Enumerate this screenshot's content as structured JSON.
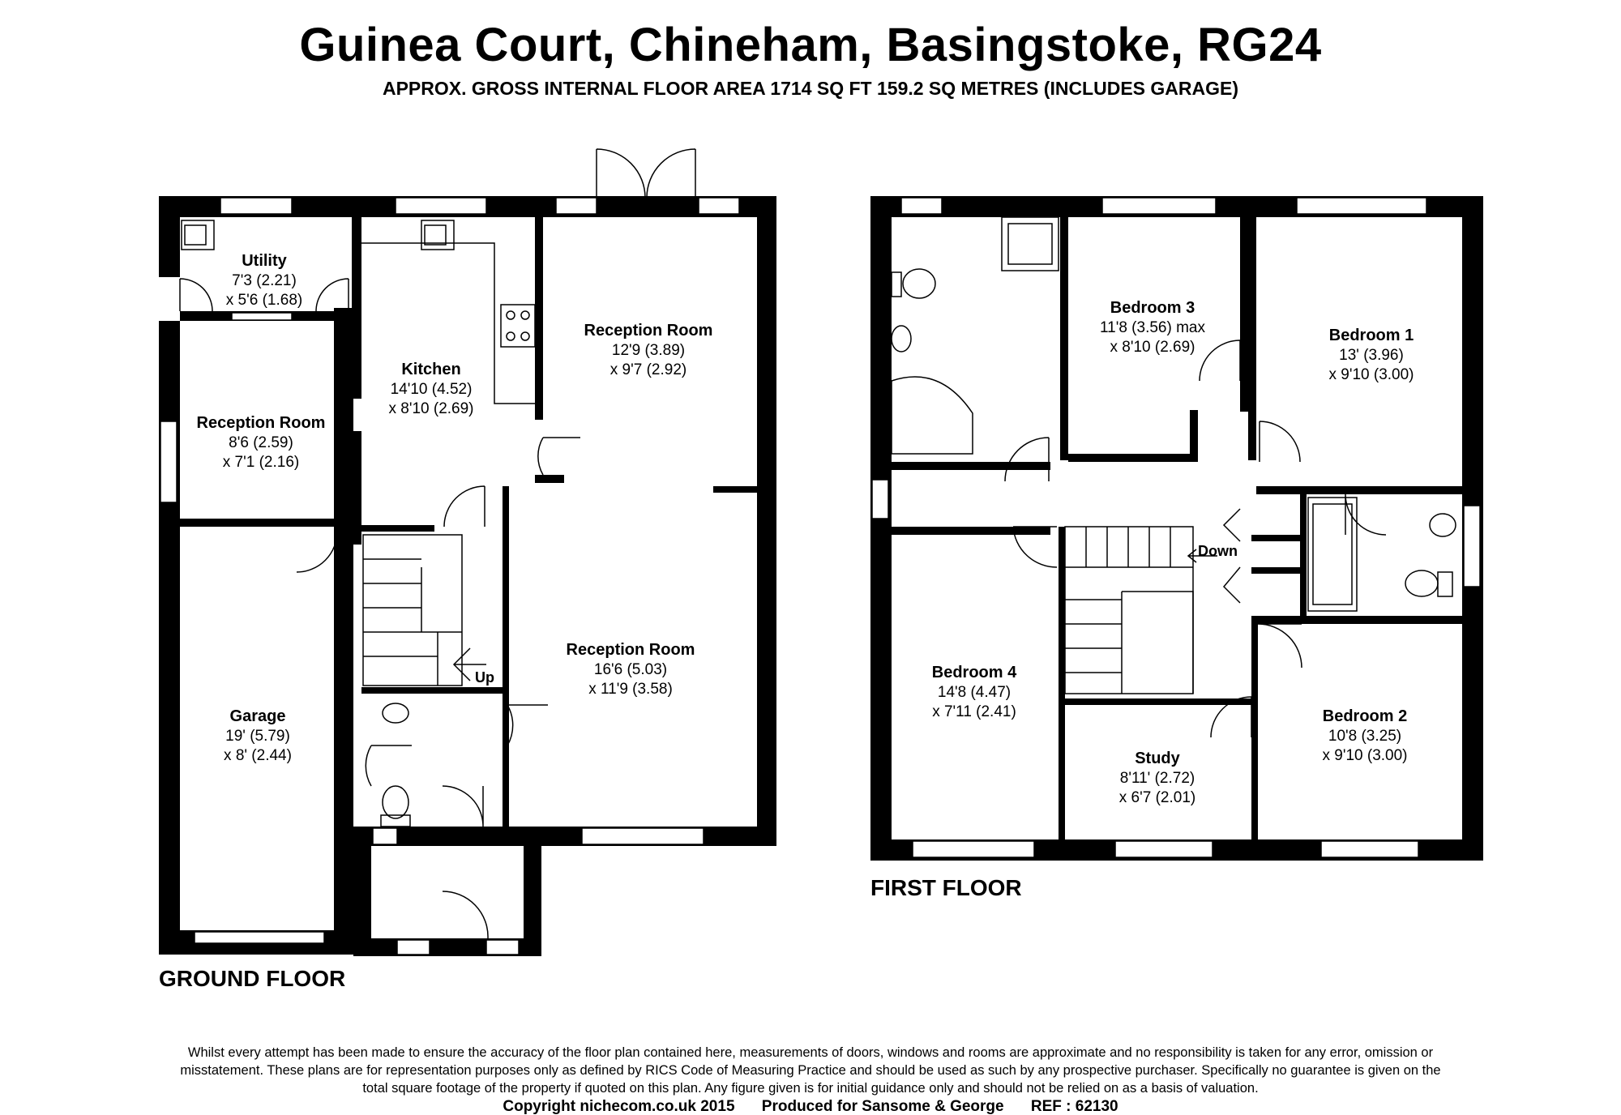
{
  "header": {
    "title": "Guinea Court, Chineham, Basingstoke, RG24",
    "subtitle": "APPROX. GROSS INTERNAL FLOOR AREA 1714 SQ FT 159.2 SQ METRES (INCLUDES GARAGE)"
  },
  "ground_floor": {
    "label": "GROUND FLOOR",
    "rooms": {
      "utility": {
        "name": "Utility",
        "dim1": "7'3 (2.21)",
        "dim2": "x 5'6 (1.68)"
      },
      "kitchen": {
        "name": "Kitchen",
        "dim1": "14'10 (4.52)",
        "dim2": "x 8'10 (2.69)"
      },
      "reception_small": {
        "name": "Reception Room",
        "dim1": "8'6 (2.59)",
        "dim2": "x 7'1 (2.16)"
      },
      "reception_back": {
        "name": "Reception Room",
        "dim1": "12'9 (3.89)",
        "dim2": "x 9'7 (2.92)"
      },
      "reception_front": {
        "name": "Reception Room",
        "dim1": "16'6 (5.03)",
        "dim2": "x 11'9 (3.58)"
      },
      "garage": {
        "name": "Garage",
        "dim1": "19' (5.79)",
        "dim2": "x 8' (2.44)"
      }
    },
    "stairs_label": "Up"
  },
  "first_floor": {
    "label": "FIRST FLOOR",
    "rooms": {
      "bedroom3": {
        "name": "Bedroom 3",
        "dim1": "11'8 (3.56) max",
        "dim2": "x 8'10 (2.69)"
      },
      "bedroom1": {
        "name": "Bedroom 1",
        "dim1": "13' (3.96)",
        "dim2": "x 9'10 (3.00)"
      },
      "bedroom4": {
        "name": "Bedroom 4",
        "dim1": "14'8 (4.47)",
        "dim2": "x 7'11 (2.41)"
      },
      "study": {
        "name": "Study",
        "dim1": "8'11' (2.72)",
        "dim2": "x 6'7 (2.01)"
      },
      "bedroom2": {
        "name": "Bedroom 2",
        "dim1": "10'8 (3.25)",
        "dim2": "x 9'10 (3.00)"
      }
    },
    "stairs_label": "Down"
  },
  "disclaimer": "Whilst every attempt has been made to ensure the accuracy of the floor plan contained here, measurements of doors, windows and rooms are approximate and no responsibility is taken for any error, omission or misstatement. These plans are for representation purposes only as defined by RICS Code of Measuring Practice and should be used as such by any prospective purchaser. Specifically no guarantee is given on the total square footage of the property if quoted on this plan. Any figure given is for initial guidance only and should not be relied on as a basis of valuation.",
  "footer": {
    "copyright": "Copyright nichecom.co.uk 2015",
    "produced_for": "Produced for Sansome & George",
    "ref": "REF : 62130"
  }
}
